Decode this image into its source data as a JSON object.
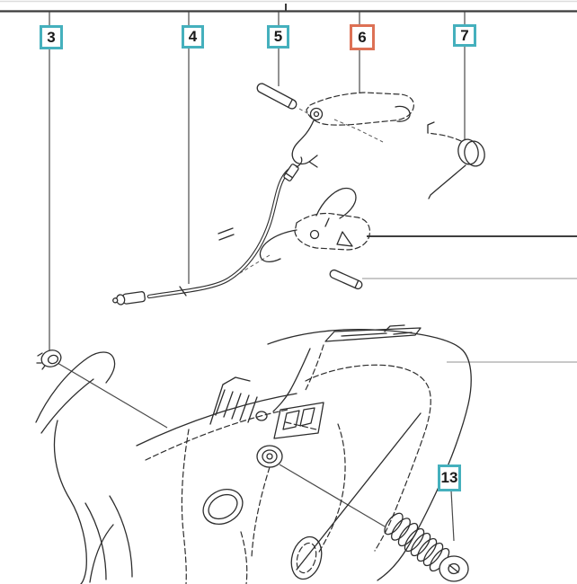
{
  "diagram": {
    "background": "#ffffff",
    "callouts": [
      {
        "label": "3",
        "style": "teal",
        "border": "#45b0bd"
      },
      {
        "label": "4",
        "style": "teal",
        "border": "#45b0bd"
      },
      {
        "label": "5",
        "style": "teal",
        "border": "#45b0bd"
      },
      {
        "label": "6",
        "style": "orange",
        "border": "#dd7155"
      },
      {
        "label": "7",
        "style": "teal",
        "border": "#45b0bd"
      },
      {
        "label": "13",
        "style": "teal",
        "border": "#45b0bd"
      }
    ],
    "colors": {
      "teal_accent": "#45b0bd",
      "orange_accent": "#dd7155",
      "artwork_line": "#2d2d2d",
      "leader_dark": "#3f3f3f",
      "leader_light": "#c8c8c8"
    }
  }
}
